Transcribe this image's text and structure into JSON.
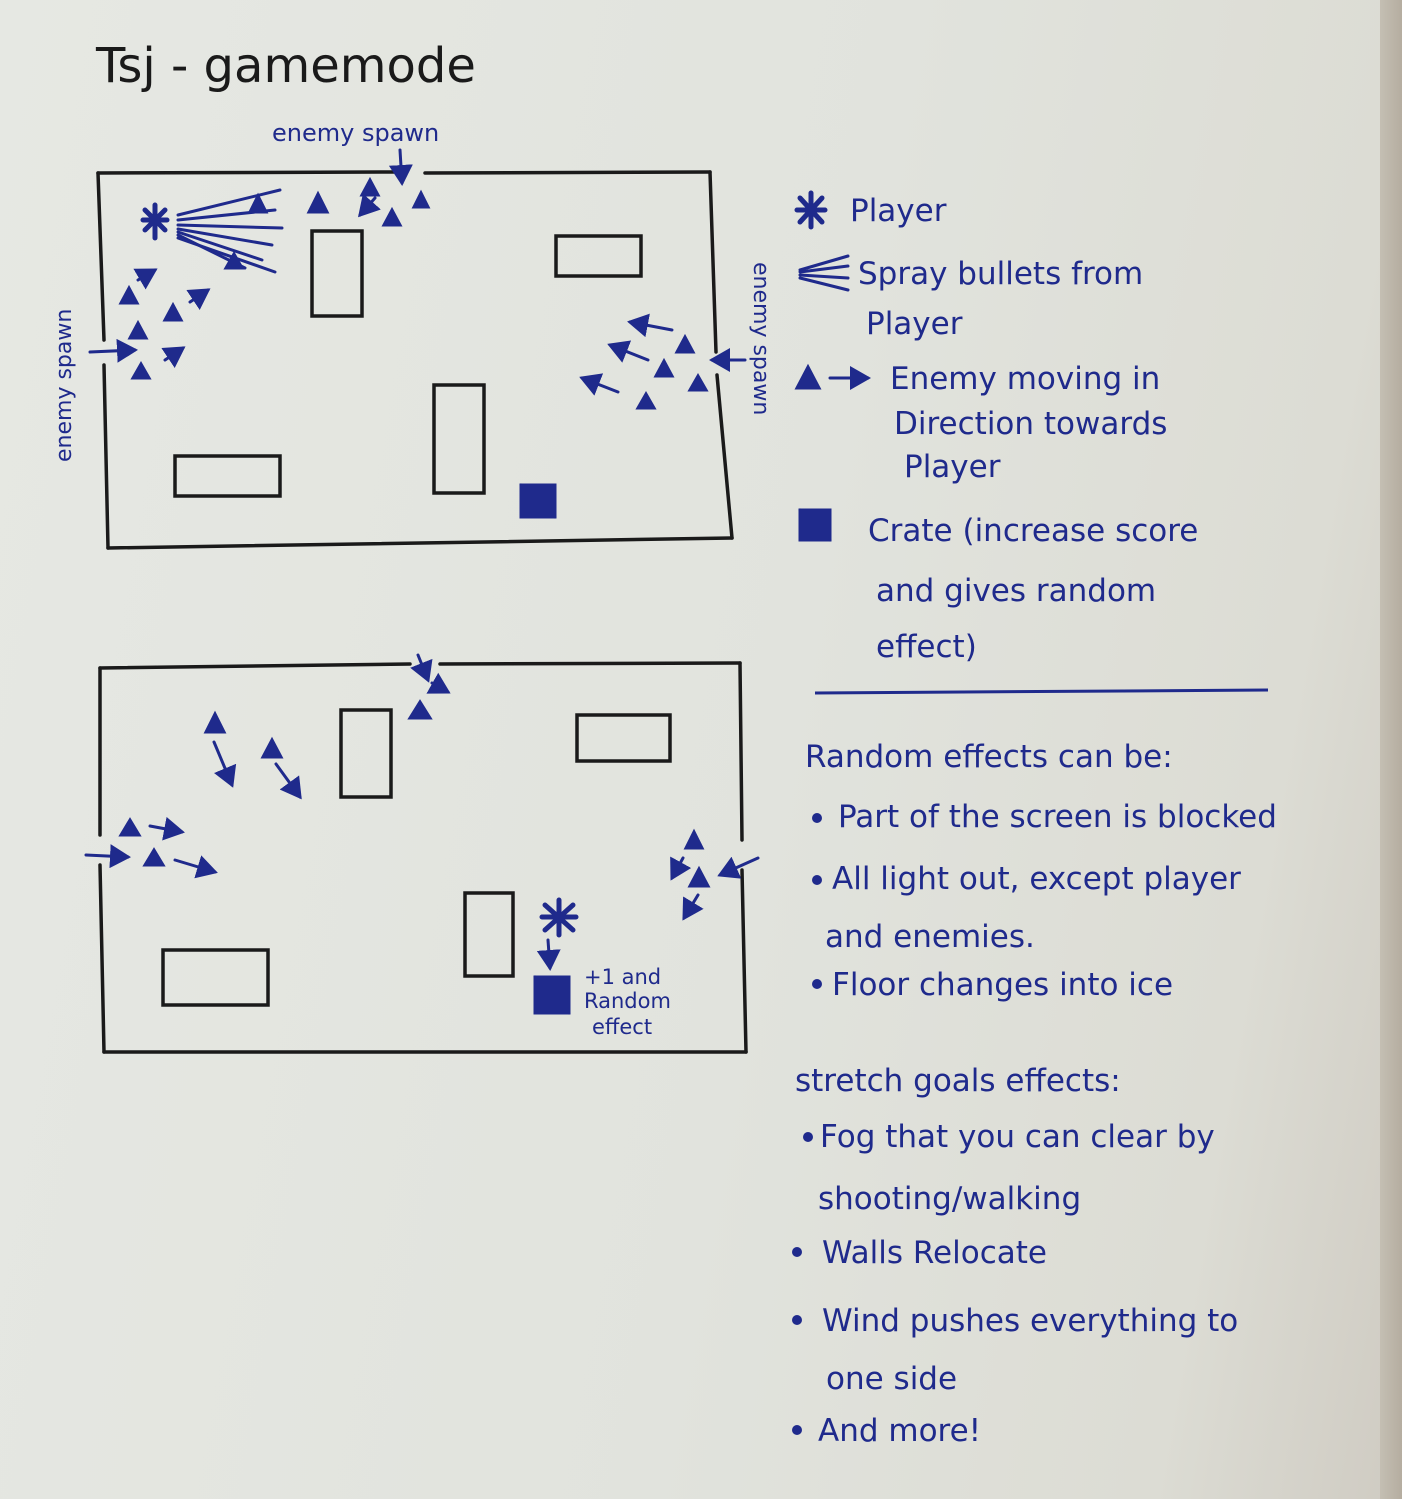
{
  "title": "Tsj - gamemode",
  "map1": {
    "top_spawn_label": "enemy spawn",
    "left_spawn_label": "enemy spawn",
    "right_spawn_label": "enemy spawn"
  },
  "map2": {
    "crate_note_line1": "+1 and",
    "crate_note_line2": "Random",
    "crate_note_line3": "effect"
  },
  "legend": {
    "player": "Player",
    "bullets_line1": "Spray bullets from",
    "bullets_line2": "Player",
    "enemy_line1": "Enemy moving in",
    "enemy_line2": "Direction towards",
    "enemy_line3": "Player",
    "crate_line1": "Crate (increase score",
    "crate_line2": "and gives random",
    "crate_line3": "effect)"
  },
  "effects": {
    "heading": "Random effects can be:",
    "items": [
      "Part of the screen is blocked",
      "All light out, except player",
      "and enemies.",
      "Floor changes into ice"
    ]
  },
  "stretch": {
    "heading": "stretch goals effects:",
    "items": [
      "Fog that you can clear by",
      "shooting/walking",
      "Walls Relocate",
      "Wind pushes everything to",
      "one side",
      "And more!"
    ]
  },
  "colors": {
    "ink": "#1f2a8c",
    "pencil": "#1a1a1a",
    "paper": "#e3e5e0"
  },
  "icons": [
    "player-star-icon",
    "bullet-spray-icon",
    "enemy-triangle-icon",
    "crate-icon",
    "wall-rectangle-icon",
    "arrow-icon"
  ]
}
